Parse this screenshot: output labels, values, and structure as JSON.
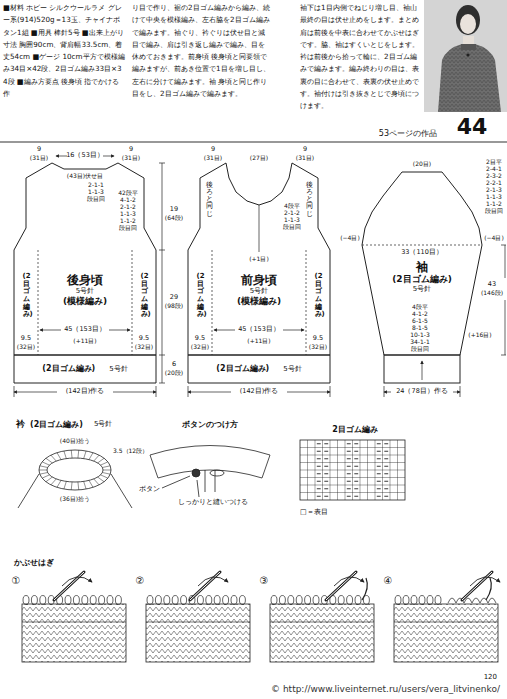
{
  "diagram": {
    "nodes": [
      {
        "text": [
          "後身頃",
          "5号針",
          "(模様編み)"
        ]
      },
      {
        "text": [
          "(2目ゴム編み)",
          "5号針"
        ]
      },
      {
        "text": [
          "前身頃",
          "5号針",
          "(模様編み)"
        ]
      },
      {
        "text": [
          "(2目ゴム編み)",
          "5号針"
        ]
      },
      {
        "text": [
          "袖",
          "(2目ゴム編み)",
          "5号針"
        ]
      }
    ],
    "labels": [
      "■材料 ホビー シルクウールラメ グレー系(914)520g＝13玉、チャイナボタン1組 ■用具 棒針5号 ■出来上がり寸法 胸囲90cm、背肩幅33.5cm、着丈54cm ■ゲージ 10cm平方で模様編み34目×42段、2目ゴム編み33目×34段 ■編み方要点 後身頃 指でかける作",
      "り目で作り、裾の2目ゴム編みから編み、続けて中央を模様編み、左右脇を2目ゴム編みで編みます。袖ぐり、衿ぐりは伏せ目と減目で編み、肩は引き返し編みで編み、目を休めておきます。前身頃 後身頃と同要領で編みますが、前あき位置で1目を増し目し、左右に分けて編みます。袖 身頃と同じ作り目をし、2目ゴム編みで編みます。",
      "袖下は1目内側でねじり増し目、袖山最終の目は伏せ止めをします。まとめ 肩は前後を中表に合わせてかぶせはぎです。脇、袖はすくいとじをします。衿は前後から拾って輪に、2目ゴム編みで編みます。編み終わりの目は、表裏の目に合わせて、表裏の伏せ止めです。袖付けは引き抜きとじで身頃につけます。",
      "53ページの作品",
      "44",
      "9",
      "(31目)",
      "16（53目）",
      "9",
      "(31目)",
      "(43目)伏せ目",
      "2-1-1",
      "1-1-3",
      "段目回",
      "42段平",
      "4-1-2",
      "2-1-2",
      "1-1-3",
      "1-1-2",
      "段目回",
      "(2目ゴム編み)",
      "(2目ゴム編み)",
      "45（153目）",
      "(+11目)",
      "9.5",
      "(32目)",
      "9.5",
      "(32目)",
      "(142目)作る",
      "19",
      "(64段)",
      "29",
      "(98段)",
      "6",
      "(20段)",
      "9",
      "(31目)",
      "(27目)",
      "9",
      "(31目)",
      "後ろと同じ",
      "後ろと同じ",
      "4段平",
      "2-1-2",
      "1-1-3",
      "段目回",
      "(+1目)",
      "(2目ゴム編み)",
      "(2目ゴム編み)",
      "45（153目）",
      "(+11目)",
      "9.5",
      "(32目)",
      "9.5",
      "(32目)",
      "(142目)作る",
      "(20目)",
      "2目平",
      "2-4-1",
      "2-3-2",
      "2-2-1",
      "2-1-3",
      "1-1-3",
      "1-1-2",
      "段目回",
      "(−4目)",
      "(−4目)",
      "33（110目）",
      "4段平",
      "4-1-2",
      "6-1-5",
      "8-1-5",
      "10-1-3",
      "34-1-1",
      "段目回",
      "(+16目)",
      "43",
      "(146段)",
      "24（78目）作る",
      "衿",
      "(2目ゴム編み)",
      "5号針",
      "(40目)拾う",
      "(36目)拾う",
      "3.5（12段）",
      "ボタンのつけ方",
      "ボタン",
      "しっかりと縫いつける",
      "2目ゴム編み",
      "□＝表目",
      "かぶせはぎ",
      "①",
      "②",
      "③",
      "④",
      "© http://www.liveinternet.ru/users/vera_litvinenko/",
      "120"
    ]
  }
}
